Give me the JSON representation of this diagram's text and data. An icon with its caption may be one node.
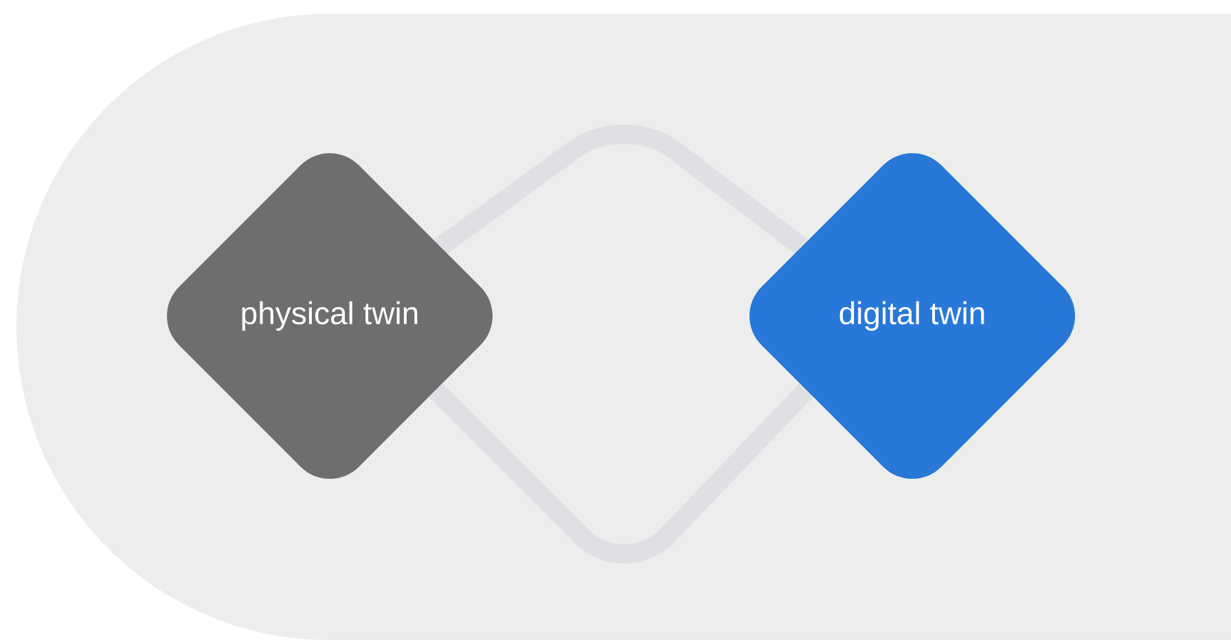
{
  "diagram": {
    "nodes": [
      {
        "text": [
          "physical twin"
        ]
      },
      {
        "text": [
          "digital twin"
        ]
      }
    ],
    "edges": [
      {
        "from": 0,
        "to": 1,
        "arrow": "none"
      },
      {
        "from": 0,
        "to": 1,
        "arrow": "none"
      }
    ]
  }
}
